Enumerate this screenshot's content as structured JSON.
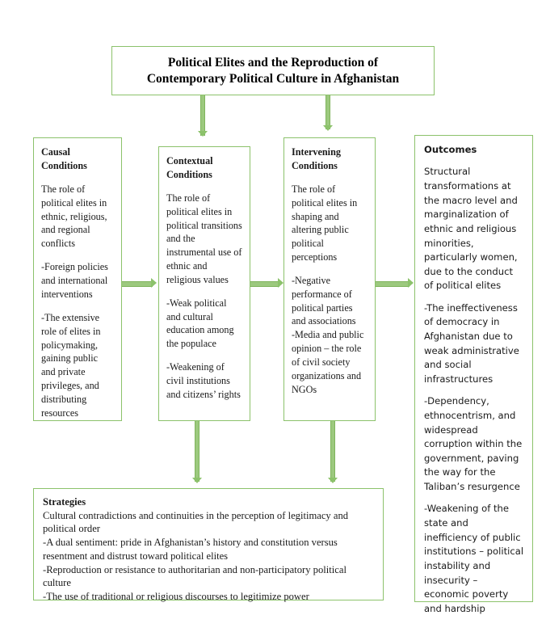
{
  "title": {
    "line1": "Political Elites and the Reproduction of",
    "line2": "Contemporary Political Culture in Afghanistan"
  },
  "colors": {
    "border_green": "#8CC26B",
    "arrow_green": "#9CC97E",
    "text": "#1a1a1a",
    "background": "#ffffff"
  },
  "columns": {
    "causal": {
      "heading_line1": "Causal",
      "heading_line2": "Conditions",
      "paragraphs": [
        "The role of political elites in ethnic, religious, and regional conflicts",
        "-Foreign policies and international interventions",
        "-The extensive role of elites in policymaking, gaining public and private privileges, and distributing resources"
      ]
    },
    "contextual": {
      "heading_line1": "Contextual",
      "heading_line2": "Conditions",
      "paragraphs": [
        "The role of political elites in political transitions and the instrumental use of ethnic and religious values",
        "-Weak political and cultural education among the populace",
        "-Weakening of civil institutions and citizens’ rights"
      ]
    },
    "intervening": {
      "heading_line1": "Intervening",
      "heading_line2": "Conditions",
      "paragraphs": [
        "The role of political elites in shaping and altering public political perceptions",
        "-Negative performance of political parties and associations",
        "-Media and public opinion – the role of civil society organizations and NGOs"
      ]
    },
    "outcomes": {
      "heading": "Outcomes",
      "paragraphs": [
        "Structural transformations at the macro level and marginalization of ethnic and religious minorities, particularly women, due to the conduct of political elites",
        "-The ineffectiveness of democracy in Afghanistan due to weak administrative and social infrastructures",
        "-Dependency, ethnocentrism, and widespread corruption within the government, paving the way for the Taliban’s resurgence",
        "-Weakening of the state and inefficiency of public institutions – political instability and insecurity – economic poverty and hardship"
      ]
    }
  },
  "strategies": {
    "heading": "Strategies",
    "paragraphs": [
      "Cultural contradictions and continuities in the perception of legitimacy and political order",
      "-A dual sentiment: pride in Afghanistan’s history and constitution versus resentment and distrust toward political elites",
      "-Reproduction or resistance to authoritarian and non-participatory political culture",
      "-The use of traditional or religious discourses to legitimize power"
    ]
  },
  "connectors": [
    {
      "name": "title-to-contextual",
      "direction": "down"
    },
    {
      "name": "title-to-intervening",
      "direction": "down"
    },
    {
      "name": "causal-to-contextual",
      "direction": "right"
    },
    {
      "name": "contextual-to-intervening",
      "direction": "right"
    },
    {
      "name": "intervening-to-outcomes",
      "direction": "right"
    },
    {
      "name": "contextual-to-strategies",
      "direction": "down"
    },
    {
      "name": "intervening-to-strategies",
      "direction": "down"
    }
  ]
}
